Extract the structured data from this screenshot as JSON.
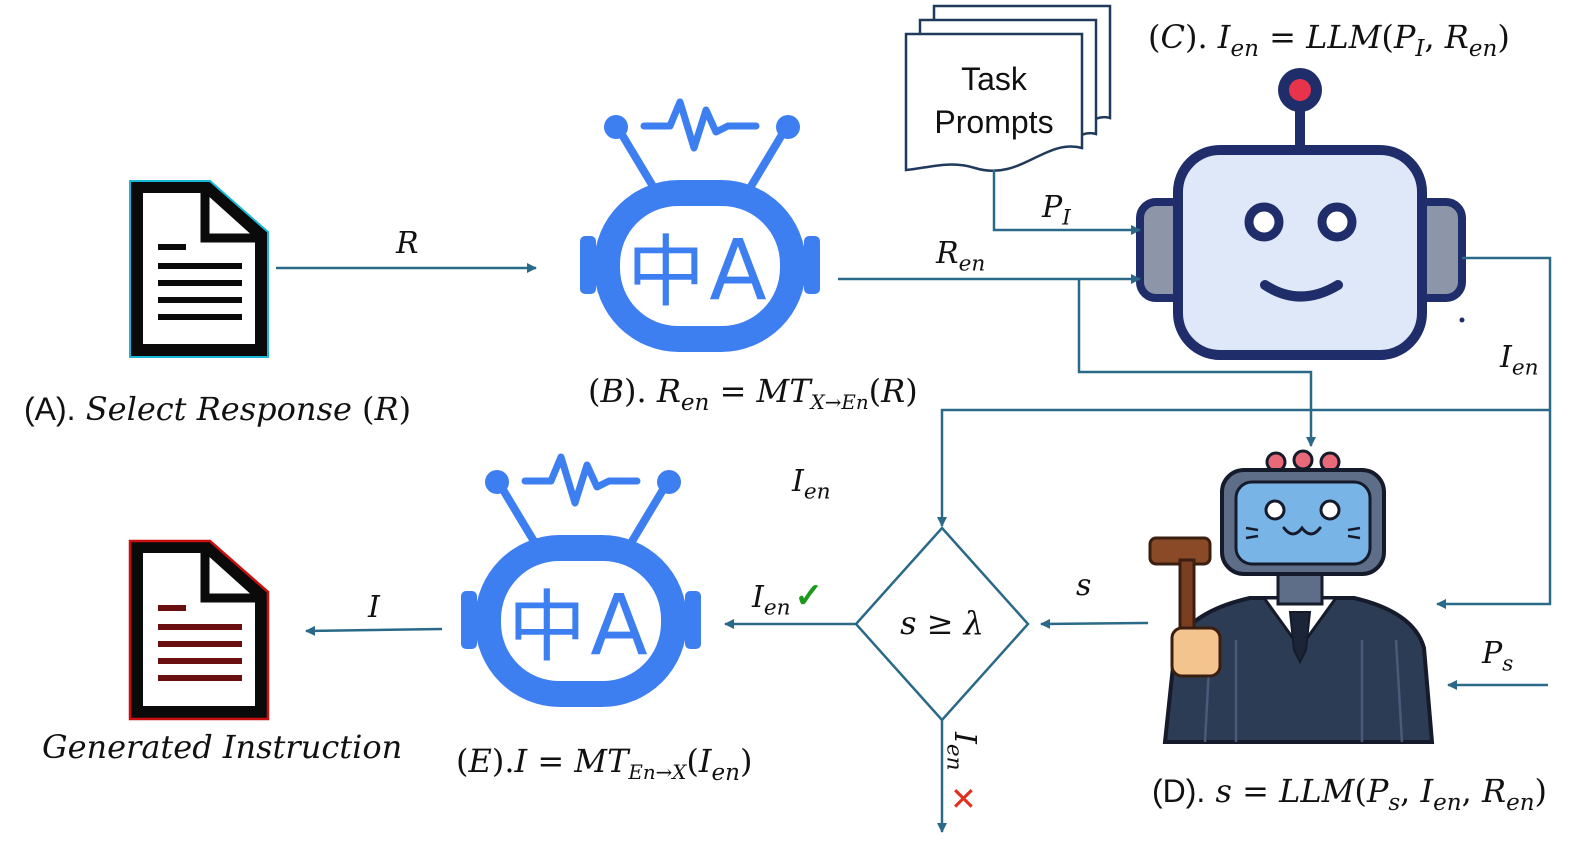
{
  "stages": {
    "a": {
      "prefix": "(A).",
      "text": "Select Response",
      "arg": "R"
    },
    "b": {
      "prefix": "(B).",
      "lhs": "R",
      "lhs_sub": "en",
      "op": "=",
      "fn": "MT",
      "fn_sub": "X→En",
      "arg": "R"
    },
    "c": {
      "prefix": "(C).",
      "lhs": "I",
      "lhs_sub": "en",
      "op": "=",
      "fn": "LLM",
      "arg1": "P",
      "arg1_sub": "I",
      "arg2": "R",
      "arg2_sub": "en"
    },
    "d": {
      "prefix": "(D).",
      "lhs": "s",
      "op": "=",
      "fn": "LLM",
      "arg1": "P",
      "arg1_sub": "s",
      "arg2": "I",
      "arg2_sub": "en",
      "arg3": "R",
      "arg3_sub": "en"
    },
    "e": {
      "prefix": "(E).",
      "lhs": "I",
      "op": "=",
      "fn": "MT",
      "fn_sub": "En→X",
      "arg": "I",
      "arg_sub": "en"
    }
  },
  "task_prompts": {
    "line1": "Task",
    "line2": "Prompts"
  },
  "decision": {
    "lhs": "s",
    "op": "≥",
    "rhs": "λ"
  },
  "output_label": "Generated Instruction",
  "edge_labels": {
    "r": "R",
    "r_en": {
      "base": "R",
      "sub": "en"
    },
    "p_i": {
      "base": "P",
      "sub": "I"
    },
    "i_en_right": {
      "base": "I",
      "sub": "en"
    },
    "i_en_mid": {
      "base": "I",
      "sub": "en"
    },
    "s": "s",
    "p_s": {
      "base": "P",
      "sub": "s"
    },
    "i_en_pass": {
      "base": "I",
      "sub": "en",
      "mark": "✓"
    },
    "i_en_fail": {
      "base": "I",
      "sub": "en",
      "mark": "✕"
    },
    "i": "I"
  },
  "icons": {
    "source_doc": "document-icon",
    "output_doc": "document-icon",
    "translator_top": "translator-robot-icon",
    "translator_bottom": "translator-robot-icon",
    "llm": "llm-robot-icon",
    "judge": "judge-robot-icon",
    "prompts": "stacked-pages-icon"
  },
  "translator_glyphs": {
    "zh": "中",
    "en": "A"
  },
  "colors": {
    "arrow": "#2a6a88",
    "translator": "#3d7ff0",
    "source_doc_edge": "#1ab8d8",
    "output_doc_edge": "#c81010",
    "robot_outline": "#1f2d6b",
    "robot_face": "#dfe8f8",
    "robot_ear": "#8d95a8",
    "antenna_light": "#e8344a",
    "judge_face": "#79b4e6",
    "judge_suit": "#2d3c55",
    "check": "#1a9a1a",
    "cross": "#e03020"
  }
}
